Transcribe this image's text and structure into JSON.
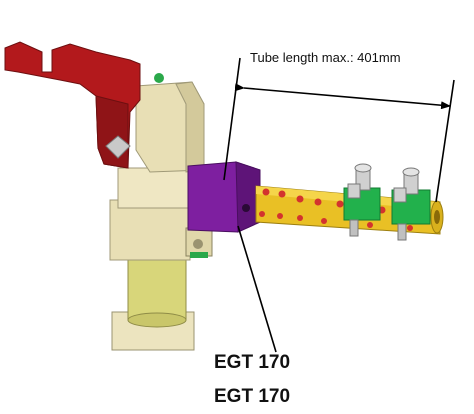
{
  "annotation": {
    "tube_length_label": "Tube length max.: 401mm"
  },
  "product_labels": [
    "EGT 170",
    "EGT 170"
  ],
  "colors": {
    "clamp_arm": "#b3191c",
    "body": "#e8dfb5",
    "base": "#d8d67a",
    "housing": "#7e1fa0",
    "tube": "#e9c025",
    "tube_holes": "#d3332e",
    "holders": "#22b14c",
    "bolts": "#d0d0d0"
  }
}
